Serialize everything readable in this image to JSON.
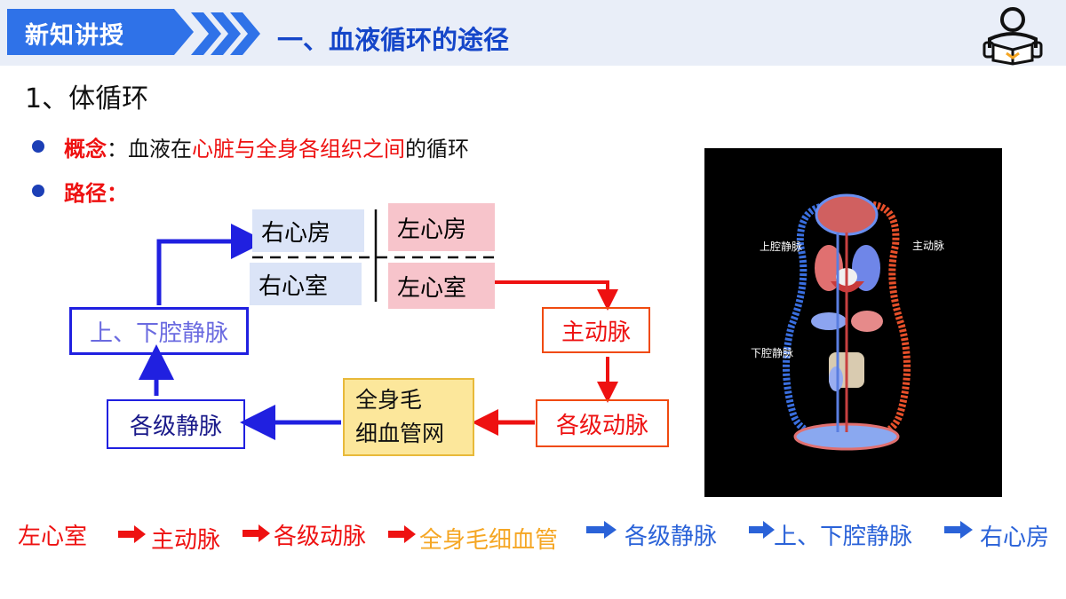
{
  "header": {
    "tag": "新知讲授",
    "title": "一、血液循环的途径"
  },
  "section_title": "1、体循环",
  "concept": {
    "label": "概念",
    "colon": "：",
    "pre": "血液在",
    "highlight": "心脏与全身各组织之间",
    "post": "的循环"
  },
  "route_label": "路径：",
  "diagram": {
    "right_atrium": "右心房",
    "left_atrium": "左心房",
    "right_ventricle": "右心室",
    "left_ventricle": "左心室",
    "vena_cava": "上、下腔静脉",
    "aorta": "主动脉",
    "arteries": "各级动脉",
    "capillary_line1": "全身毛",
    "capillary_line2": "细血管网",
    "veins": "各级静脉"
  },
  "photo_labels": {
    "superior_vena_cava": "上腔静脉",
    "aorta": "主动脉",
    "inferior_vena_cava": "下腔静脉"
  },
  "path_sequence": [
    {
      "text": "左心室",
      "color": "#ee1111"
    },
    {
      "text": "主动脉",
      "color": "#ee1111"
    },
    {
      "text": "各级动脉",
      "color": "#ee1111"
    },
    {
      "text": "全身毛细血管",
      "color": "#f5a623"
    },
    {
      "text": "各级静脉",
      "color": "#2a62d8"
    },
    {
      "text": "上、下腔静脉",
      "color": "#2a62d8"
    },
    {
      "text": "右心房",
      "color": "#2a62d8"
    }
  ],
  "colors": {
    "header_blue": "#1546c9",
    "vein_blue": "#2020e0",
    "artery_red": "#ee1111",
    "artery_orange": "#f04a10",
    "capillary_fill": "#fce79b",
    "right_chamber_fill": "#dbe4f7",
    "left_chamber_fill": "#f7c4cb"
  }
}
